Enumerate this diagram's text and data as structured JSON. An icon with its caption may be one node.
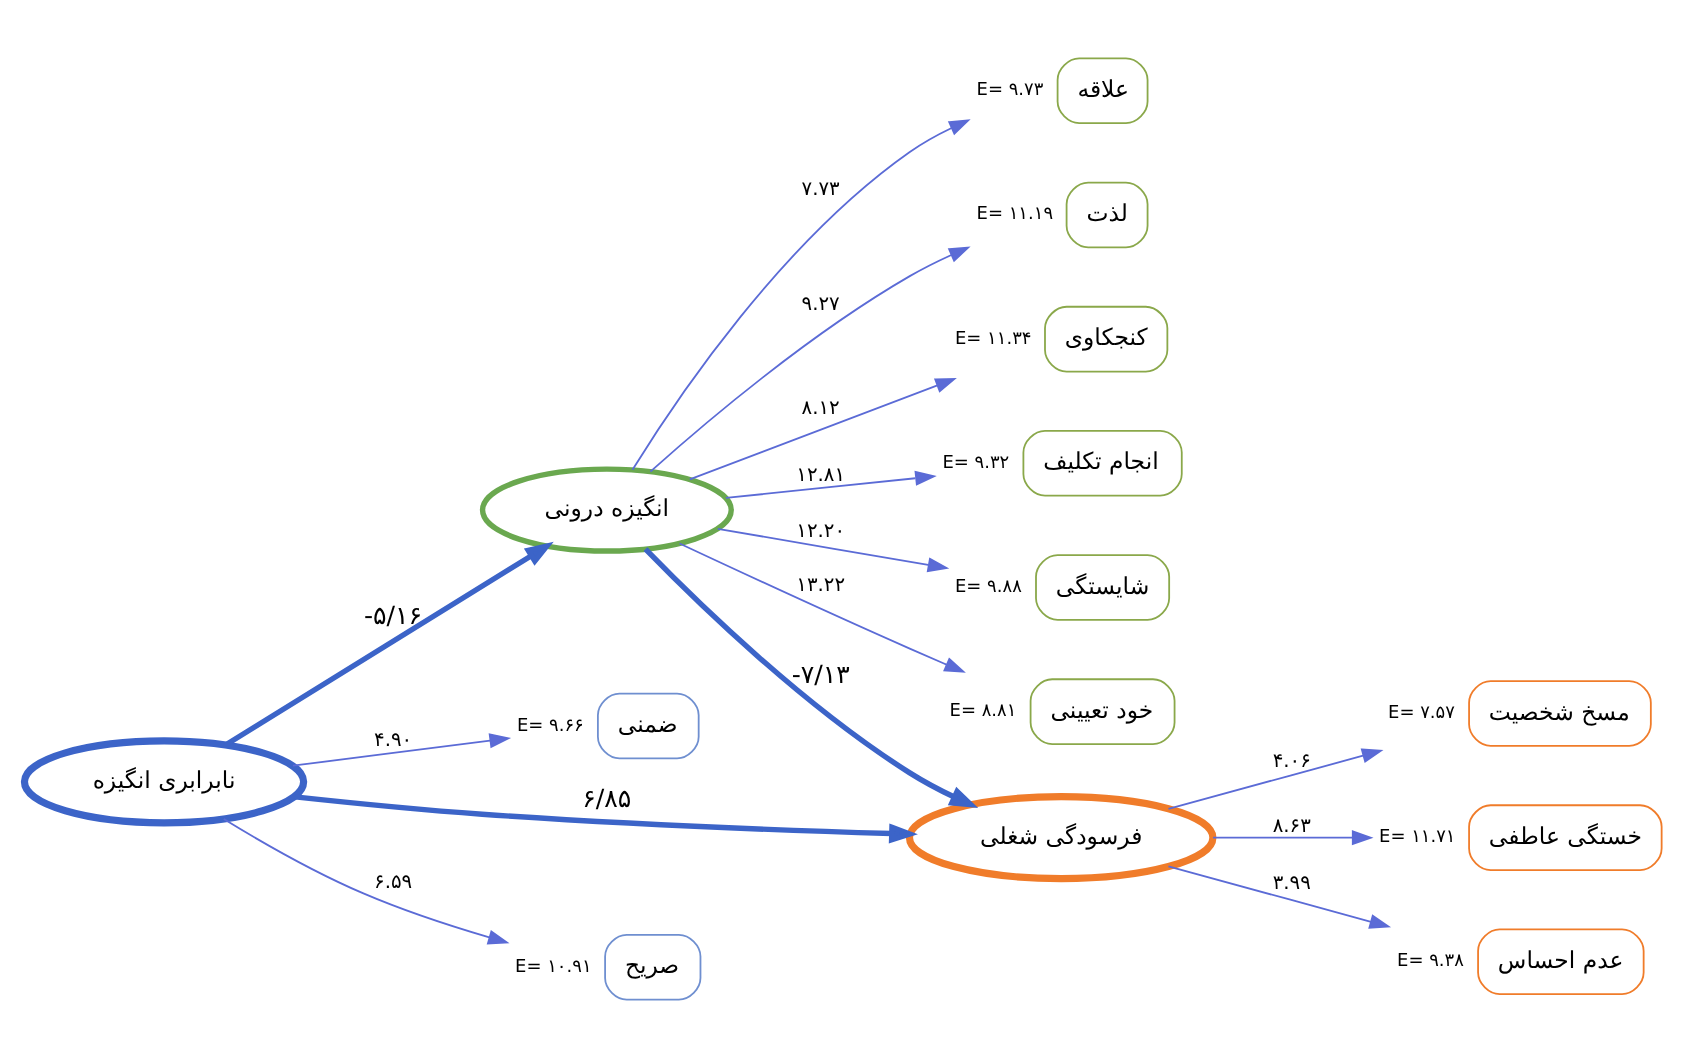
{
  "diagram": {
    "nodes": [
      {
        "text": [
          "انگیزه درونی"
        ]
      },
      {
        "text": [
          "علاقه"
        ],
        "beside": [
          "E= ۹.۷۳"
        ]
      },
      {
        "text": [
          "لذت"
        ],
        "beside": [
          "E= ۱۱.۱۹"
        ]
      },
      {
        "text": [
          "کنجکاوی"
        ],
        "beside": [
          "E= ۱۱.۳۴"
        ]
      },
      {
        "text": [
          "انجام تکلیف"
        ],
        "beside": [
          "E= ۹.۳۲"
        ]
      },
      {
        "text": [
          "شایستگی"
        ],
        "beside": [
          "E= ۹.۸۸"
        ]
      },
      {
        "text": [
          "خود تعیینی"
        ],
        "beside": [
          "E= ۸.۸۱"
        ]
      },
      {
        "text": [
          "ضمنی"
        ],
        "beside": [
          "E= ۹.۶۶"
        ]
      },
      {
        "text": [
          "نابرابری انگیزه"
        ]
      },
      {
        "text": [
          "فرسودگی شغلی"
        ]
      },
      {
        "text": [
          "مسخ شخصیت"
        ],
        "beside": [
          "E= ۷.۵۷"
        ]
      },
      {
        "text": [
          "خستگی عاطفی"
        ],
        "beside": [
          "E= ۱۱.۷۱"
        ]
      },
      {
        "text": [
          "صریح"
        ],
        "beside": [
          "E= ۱۰.۹۱"
        ]
      },
      {
        "text": [
          "عدم احساس"
        ],
        "beside": [
          "E= ۹.۳۸"
        ]
      }
    ],
    "edges": [
      {
        "from": 0,
        "to": 1,
        "arrow": "to",
        "label": "۷.۷۳"
      },
      {
        "from": 0,
        "to": 2,
        "arrow": "to",
        "label": "۹.۲۷"
      },
      {
        "from": 0,
        "to": 3,
        "arrow": "to",
        "label": "۸.۱۲"
      },
      {
        "from": 0,
        "to": 4,
        "arrow": "to",
        "label": "۱۲.۸۱"
      },
      {
        "from": 0,
        "to": 5,
        "arrow": "to",
        "label": "۱۲.۲۰"
      },
      {
        "from": 0,
        "to": 6,
        "arrow": "to",
        "label": "۱۳.۲۲"
      },
      {
        "from": 8,
        "to": 7,
        "arrow": "to",
        "label": "۴.۹۰"
      },
      {
        "from": 8,
        "to": 0,
        "arrow": "to",
        "label": "-۵/۱۶",
        "style": "thick"
      },
      {
        "from": 0,
        "to": 9,
        "arrow": "to",
        "label": "-۷/۱۳",
        "style": "thick"
      },
      {
        "from": 8,
        "to": 9,
        "arrow": "to",
        "label": "۶/۸۵",
        "style": "thick"
      },
      {
        "from": 9,
        "to": 10,
        "arrow": "to",
        "label": "۴.۰۶"
      },
      {
        "from": 9,
        "to": 11,
        "arrow": "to",
        "label": "۸.۶۳"
      },
      {
        "from": 9,
        "to": 13,
        "arrow": "to",
        "label": "۳.۹۹"
      },
      {
        "from": 8,
        "to": 12,
        "arrow": "to",
        "label": "۶.۵۹"
      }
    ]
  }
}
